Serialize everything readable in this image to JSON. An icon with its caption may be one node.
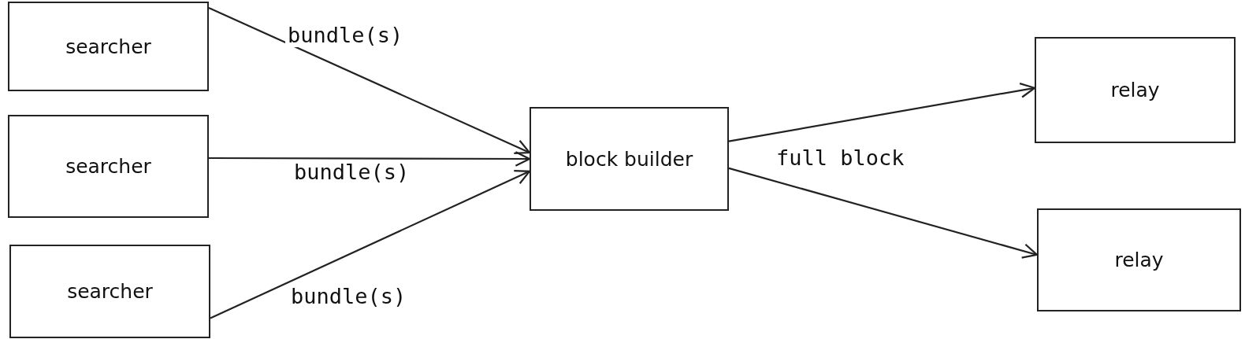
{
  "diagram": {
    "nodes": [
      {
        "text": [
          "searcher"
        ]
      },
      {
        "text": [
          "searcher"
        ]
      },
      {
        "text": [
          "searcher"
        ]
      },
      {
        "text": [
          "block builder"
        ]
      },
      {
        "text": [
          "relay"
        ]
      },
      {
        "text": [
          "relay"
        ]
      }
    ],
    "edges": [
      {
        "from": 0,
        "to": 3,
        "arrow": "to",
        "label": "bundle(s)"
      },
      {
        "from": 1,
        "to": 3,
        "arrow": "to",
        "label": "bundle(s)"
      },
      {
        "from": 2,
        "to": 3,
        "arrow": "to",
        "label": "bundle(s)"
      },
      {
        "from": 3,
        "to": 4,
        "arrow": "to",
        "label": "full block"
      },
      {
        "from": 3,
        "to": 5,
        "arrow": "to"
      }
    ]
  }
}
